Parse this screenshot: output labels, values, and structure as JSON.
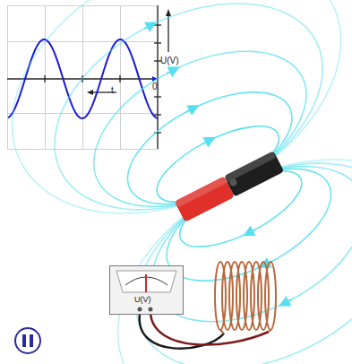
{
  "diagram": {
    "labels": [
      "U(V)",
      "t",
      "0",
      "U(V)"
    ]
  }
}
